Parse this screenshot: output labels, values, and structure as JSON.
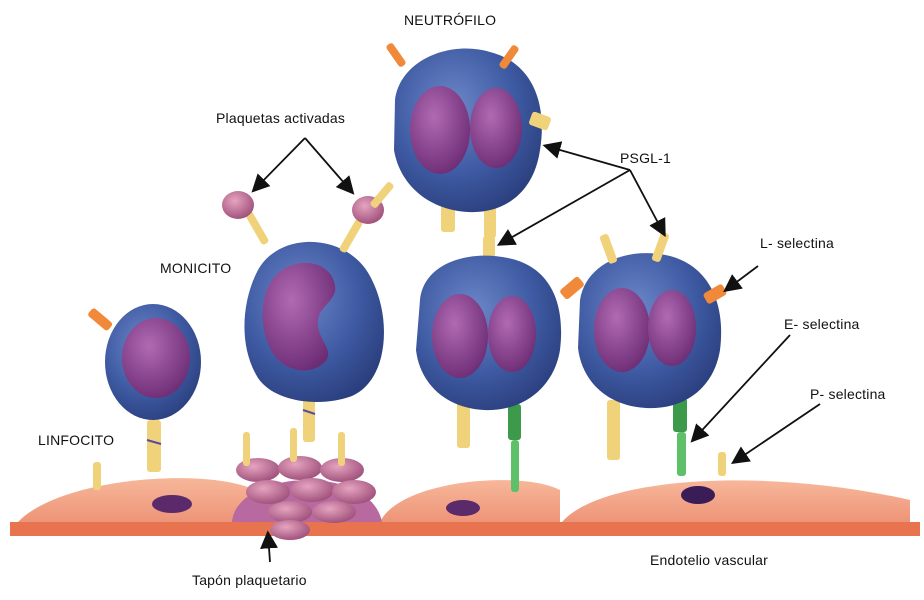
{
  "labels": {
    "neutrofilo": "NEUTRÓFILO",
    "plaquetas": "Plaquetas activadas",
    "psgl": "PSGL-1",
    "monicito": "MONICITO",
    "l_selectina": "L- selectina",
    "e_selectina": "E- selectina",
    "p_selectina": "P- selectina",
    "linfocito": "LINFOCITO",
    "endotelio": "Endotelio vascular",
    "tapon": "Tapón plaquetario"
  },
  "colors": {
    "cell": "#3f5fa8",
    "nucleus": "#8a3f8f",
    "endothelium": "#f2a488",
    "basement": "#e8734f",
    "platelet": "#c8789a",
    "receptor_yellow": "#f0d27a",
    "receptor_green": "#3c9a4a",
    "receptor_orange": "#f08a3a"
  }
}
